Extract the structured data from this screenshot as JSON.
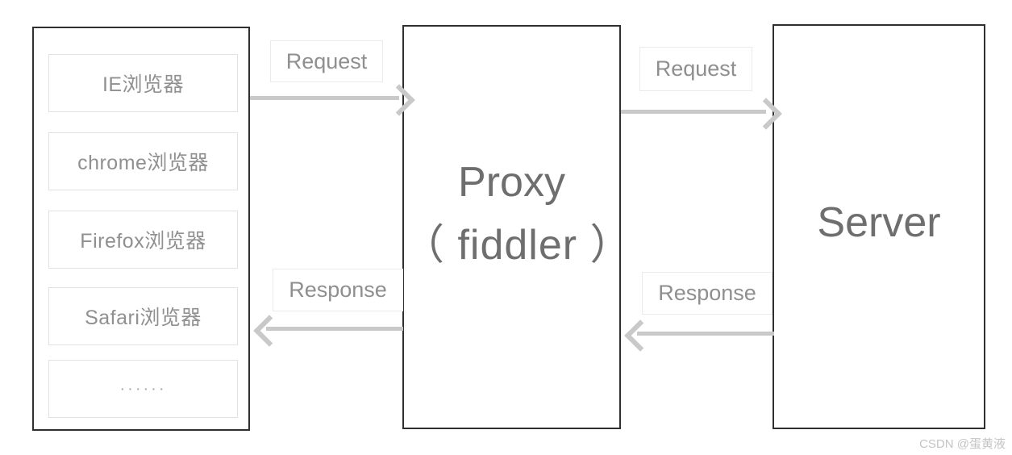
{
  "diagram": {
    "title": "Fiddler proxy request/response flow",
    "colors": {
      "outer_border": "#2f2f2f",
      "inner_border": "#e2e2e2",
      "arrow": "#c9c9c9",
      "text": "#6e6e6e",
      "label_text": "#8f8f8f",
      "watermark": "#c4c4c4",
      "background": "#ffffff"
    },
    "clients": {
      "items": [
        {
          "label": "IE浏览器"
        },
        {
          "label": "chrome浏览器"
        },
        {
          "label": "Firefox浏览器"
        },
        {
          "label": "Safari浏览器"
        },
        {
          "label": "······"
        }
      ]
    },
    "proxy": {
      "line1": "Proxy",
      "line2": "（ fiddler ）"
    },
    "server": {
      "label": "Server"
    },
    "edges": [
      {
        "id": "request-1",
        "label": "Request",
        "direction": "right"
      },
      {
        "id": "request-2",
        "label": "Request",
        "direction": "right"
      },
      {
        "id": "response-1",
        "label": "Response",
        "direction": "left"
      },
      {
        "id": "response-2",
        "label": "Response",
        "direction": "left"
      }
    ],
    "watermark": "CSDN @蛋黄液"
  }
}
